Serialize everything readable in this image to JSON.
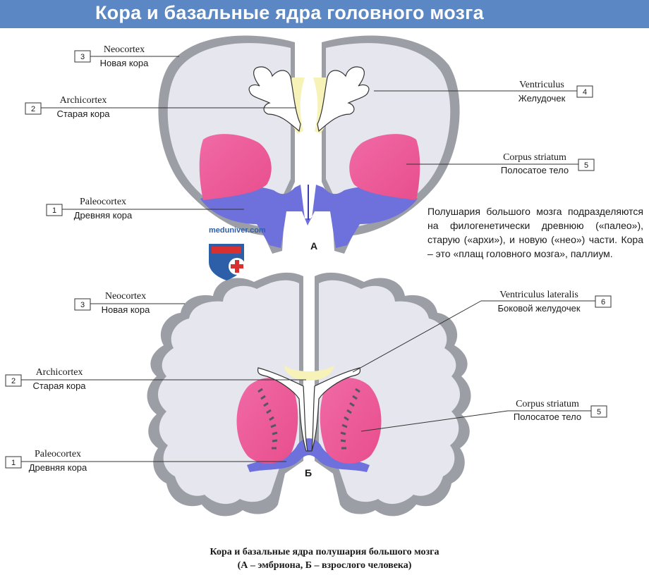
{
  "header": {
    "title": "Кора и базальные ядра головного мозга"
  },
  "watermark": {
    "text": "meduniver.com"
  },
  "diagram_a": {
    "pane_label": "А",
    "labels": [
      {
        "num": "3",
        "latin": "Neocortex",
        "russian": "Новая кора"
      },
      {
        "num": "2",
        "latin": "Archicortex",
        "russian": "Старая кора"
      },
      {
        "num": "1",
        "latin": "Paleocortex",
        "russian": "Древняя кора"
      },
      {
        "num": "4",
        "latin": "Ventriculus",
        "russian": "Желудочек"
      },
      {
        "num": "5",
        "latin": "Corpus striatum",
        "russian": "Полосатое тело"
      }
    ]
  },
  "diagram_b": {
    "pane_label": "Б",
    "labels": [
      {
        "num": "3",
        "latin": "Neocortex",
        "russian": "Новая кора"
      },
      {
        "num": "2",
        "latin": "Archicortex",
        "russian": "Старая кора"
      },
      {
        "num": "1",
        "latin": "Paleocortex",
        "russian": "Древняя кора"
      },
      {
        "num": "6",
        "latin": "Ventriculus lateralis",
        "russian": "Боковой желудочек"
      },
      {
        "num": "5",
        "latin": "Corpus striatum",
        "russian": "Полосатое тело"
      }
    ]
  },
  "description": "Полушария большого мозга подразделяются на филогенетически древнюю («палео»), старую («архи»), и новую («нео») части. Кора – это «плащ головного мозга», паллиум.",
  "caption": {
    "line1": "Кора и базальные ядра полушария большого мозга",
    "line2": "(А – эмбриона, Б – взрослого человека)"
  },
  "colors": {
    "cortex": "#9c9ea6",
    "white_matter": "#e6e6ee",
    "striatum": "#ee5c9a",
    "paleocortex": "#6e70dc",
    "archicortex": "#f6f2b8",
    "header": "#5b87c4"
  }
}
